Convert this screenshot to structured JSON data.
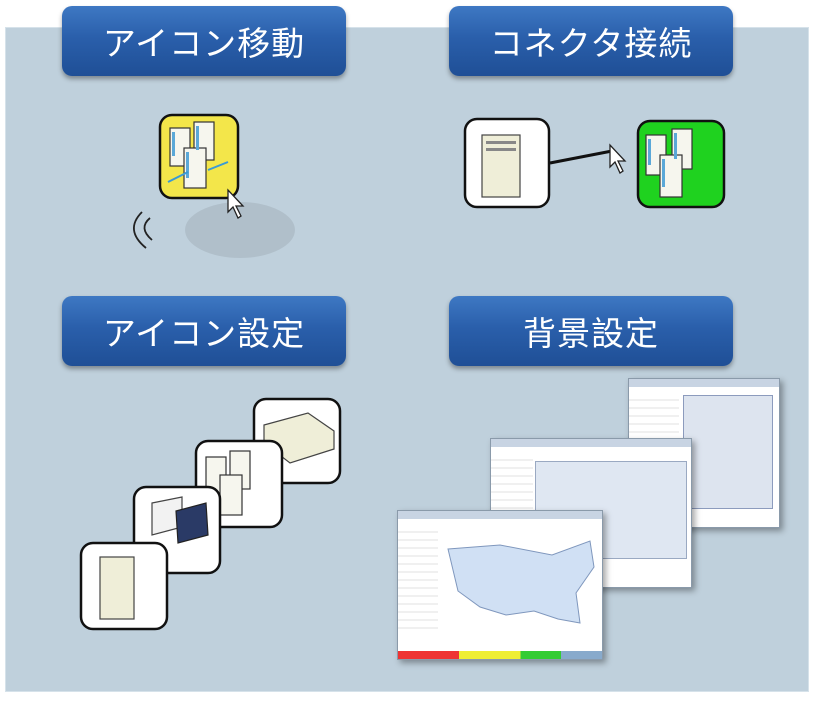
{
  "sections": [
    {
      "title": "アイコン移動"
    },
    {
      "title": "コネクタ接続"
    },
    {
      "title": "アイコン設定"
    },
    {
      "title": "背景設定"
    }
  ],
  "colors": {
    "panel_bg": "#bfd0dc",
    "pill_blue": "#2a5fab",
    "selected_yellow": "#f3e64a",
    "selected_green": "#1fd21f"
  },
  "icons": [
    "server-cluster-icon",
    "cursor-icon",
    "server-icon",
    "laptop-icon",
    "switch-icon",
    "map-screenshot"
  ]
}
